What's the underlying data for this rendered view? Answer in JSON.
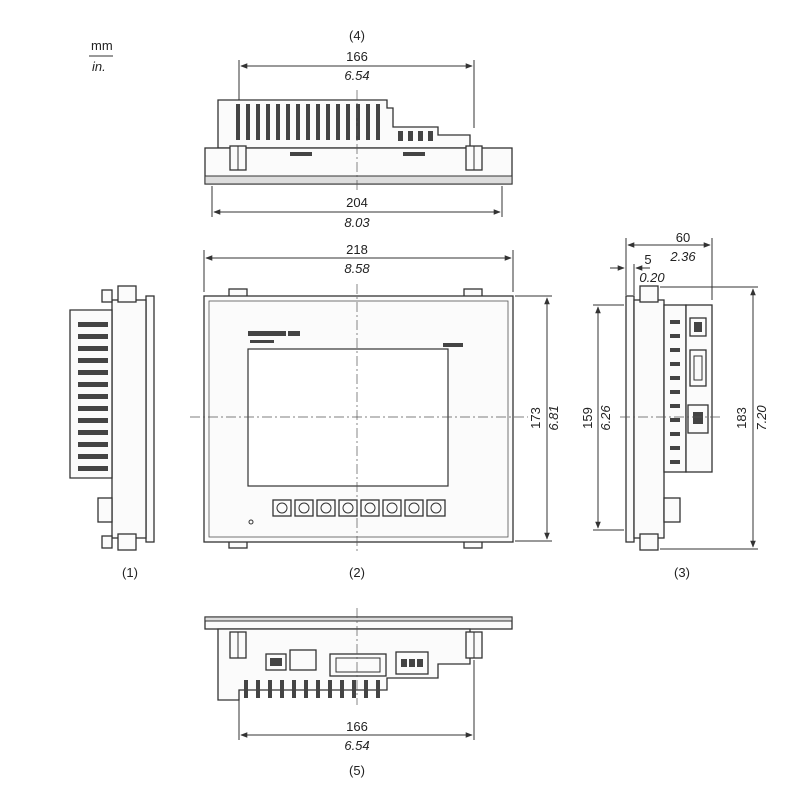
{
  "units": {
    "mm": "mm",
    "in": "in."
  },
  "views": {
    "left": "(1)",
    "front": "(2)",
    "right": "(3)",
    "top": "(4)",
    "bottom": "(5)"
  },
  "dims": {
    "top_inner_mm": "166",
    "top_inner_in": "6.54",
    "top_outer_mm": "204",
    "top_outer_in": "8.03",
    "front_width_mm": "218",
    "front_width_in": "8.58",
    "front_height_mm": "173",
    "front_height_in": "6.81",
    "depth_mm": "60",
    "depth_in": "2.36",
    "bezel_mm": "5",
    "bezel_in": "0.20",
    "inner_height_mm": "159",
    "inner_height_in": "6.26",
    "total_height_mm": "183",
    "total_height_in": "7.20",
    "bottom_inner_mm": "166",
    "bottom_inner_in": "6.54"
  }
}
